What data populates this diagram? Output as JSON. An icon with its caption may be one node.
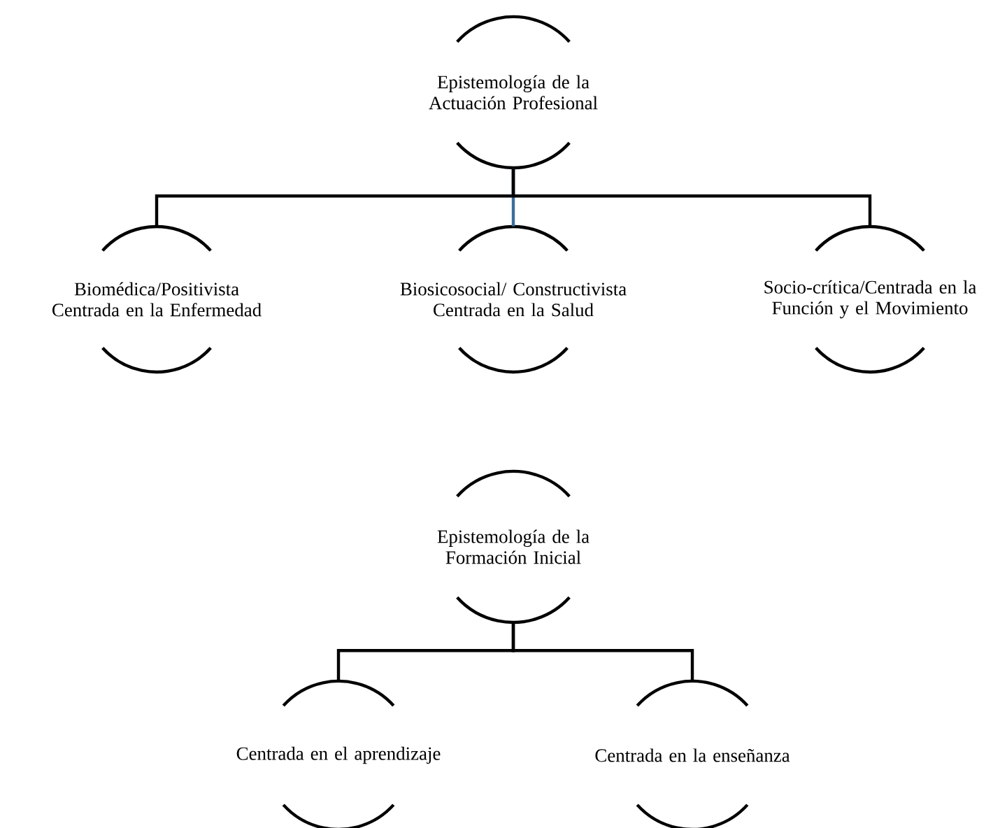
{
  "diagram": {
    "nodes": [
      {
        "text": [
          "Epistemología de la Actuación Profesional"
        ]
      },
      {
        "text": [
          "Biomédica/Positivista Centrada en la Enfermedad"
        ]
      },
      {
        "text": [
          "Biosicosocial/ Constructivista Centrada en la Salud"
        ]
      },
      {
        "text": [
          "Socio-crítica/Centrada en la Función y el Movimiento"
        ]
      },
      {
        "text": [
          "Epistemología de la Formación Inicial"
        ]
      },
      {
        "text": [
          "Centrada en el aprendizaje"
        ]
      },
      {
        "text": [
          "Centrada en la enseñanza"
        ]
      }
    ],
    "edges": [
      {
        "from": 0,
        "to": 1,
        "arrow": "none"
      },
      {
        "from": 0,
        "to": 2,
        "arrow": "none",
        "color": "#3d6e9c"
      },
      {
        "from": 0,
        "to": 3,
        "arrow": "none"
      },
      {
        "from": 4,
        "to": 5,
        "arrow": "none"
      },
      {
        "from": 4,
        "to": 6,
        "arrow": "none"
      }
    ]
  }
}
